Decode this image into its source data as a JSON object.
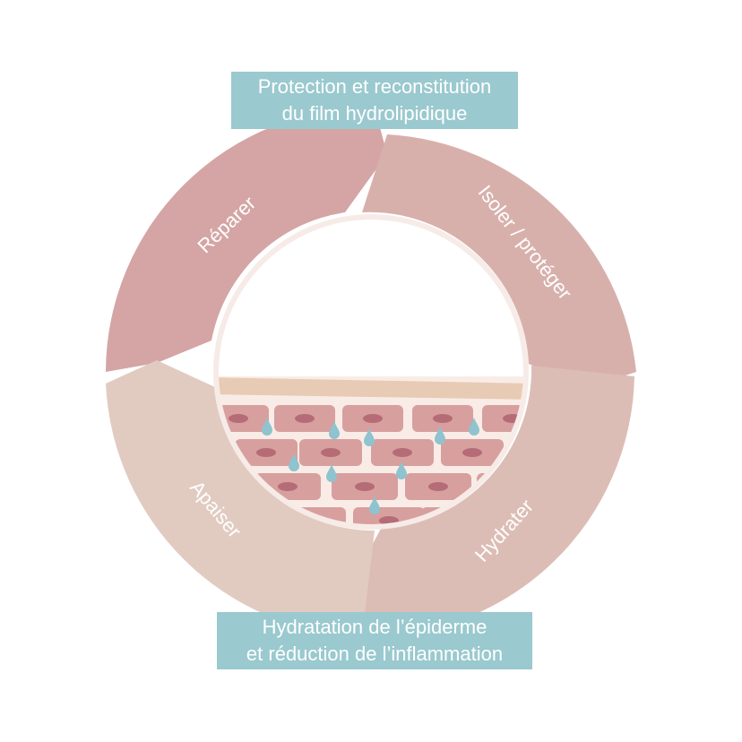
{
  "captions": {
    "top": [
      "Protection et reconstitution",
      "du film hydrolipidique"
    ],
    "bottom": [
      "Hydratation de l’épiderme",
      "et réduction de l’inflammation"
    ]
  },
  "cycle": {
    "segments": [
      {
        "label": "Réparer",
        "color": "#d4a5a4"
      },
      {
        "label": "Isoler / protéger",
        "color": "#d7b0ac"
      },
      {
        "label": "Hydrater",
        "color": "#dcbdb5"
      },
      {
        "label": "Apaiser",
        "color": "#e1cbc1"
      }
    ]
  },
  "colors": {
    "caption_background": "#9ac9cf",
    "center_ring": "#f6ebe7",
    "skin_surface": "#e8cbb5",
    "cell_fill": "#d89f9f",
    "cell_nucleus": "#b56c76",
    "intercellular": "#f9ece6",
    "water_drop": "#8ec3cf"
  }
}
